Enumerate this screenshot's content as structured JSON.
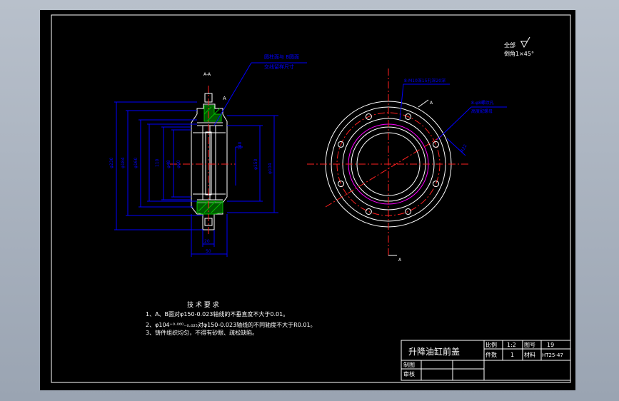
{
  "drawing": {
    "section_label": "A-A",
    "section_marker": "A",
    "finish_note": {
      "line1": "全部",
      "line2": "倒角1×45°"
    },
    "callouts": {
      "groove_top": "圆柱面与 B圆面",
      "groove_bottom": "交线留样尺寸",
      "holes_top": "8-M10深15孔深20深",
      "holes_mid": "8-φ8螺纹孔",
      "holes_mid2": "高度配螺母"
    },
    "dims": {
      "d1": "φ230",
      "d2": "φ184",
      "d3": "φ160",
      "d4": "110",
      "d5": "φ150",
      "d6": "φ104",
      "d7": "φ48",
      "d8": "φ60",
      "d9": "140",
      "w1": "20",
      "w2": "50",
      "r1": "R22"
    }
  },
  "requirements": {
    "title": "技 术 要 求",
    "items": [
      "1、A、B面对φ150-0.023轴线的不垂直度不大于0.01。",
      "2、φ104⁺⁰·⁰⁶⁰₋₀.₀₂₅对φ150-0.023轴线的不同轴度不大于R0.01。",
      "3、铸件组织均匀，不得有砂眼、疏松缺陷。"
    ]
  },
  "title_block": {
    "part_name": "升降油缸前盖",
    "scale_label": "比例",
    "scale_value": "1:2",
    "drawing_no_label": "图号",
    "drawing_no_value": "19",
    "qty_label": "件数",
    "qty_value": "1",
    "material_label": "材料",
    "material_value": "HT25-47",
    "drawn_label": "制图",
    "checked_label": "审核"
  },
  "colors": {
    "background": "#000000",
    "lines": "#ffffff",
    "center": "#ff2020",
    "dimension": "#0000ff",
    "hatch": "#00c000",
    "magenta": "#ff00ff"
  }
}
